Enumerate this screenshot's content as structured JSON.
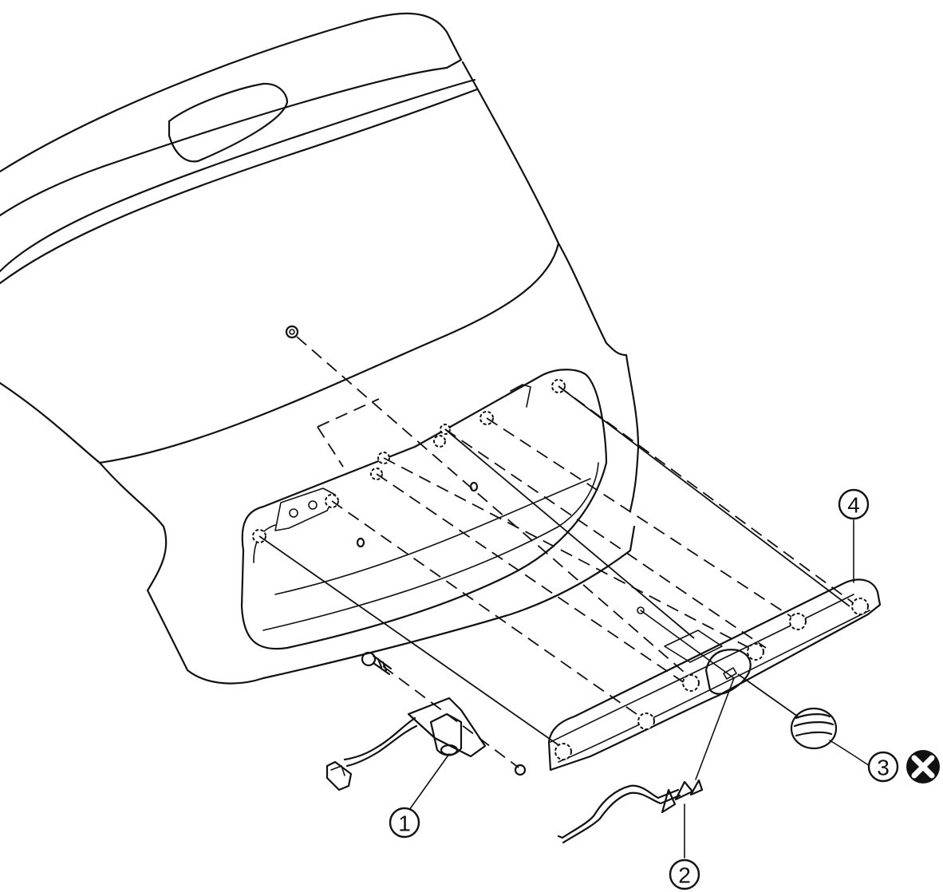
{
  "callouts": [
    {
      "id": "1",
      "label": "1",
      "part": "license-lamp"
    },
    {
      "id": "2",
      "label": "2",
      "part": "harness"
    },
    {
      "id": "3",
      "label": "3",
      "part": "cap"
    },
    {
      "id": "4",
      "label": "4",
      "part": "finisher"
    }
  ],
  "symbols": {
    "non_reusable": "cross-circle-icon"
  }
}
